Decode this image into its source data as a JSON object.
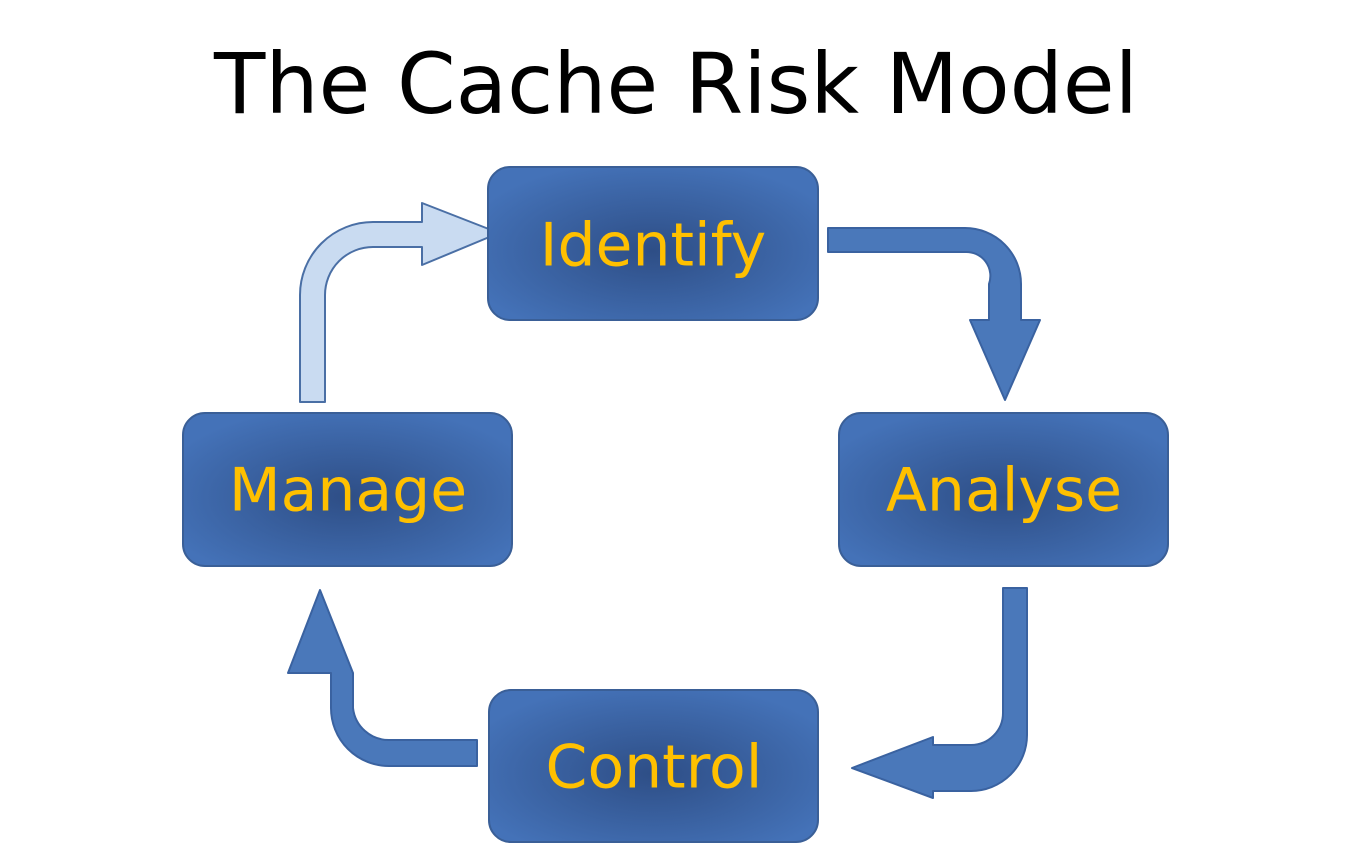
{
  "title": "The Cache Risk Model",
  "stages": [
    {
      "label": "Identify"
    },
    {
      "label": "Analyse"
    },
    {
      "label": "Control"
    },
    {
      "label": "Manage"
    }
  ],
  "colors": {
    "box_fill_outer": "#4472B8",
    "box_fill_inner": "#2E4E86",
    "box_stroke": "#3A5F97",
    "label_text": "#FFC000",
    "arrow_fill": "#4A78BA",
    "arrow_stroke": "#3A62A0",
    "arrow_highlight_fill": "#C9DBF1",
    "arrow_highlight_stroke": "#4A6FA5"
  }
}
